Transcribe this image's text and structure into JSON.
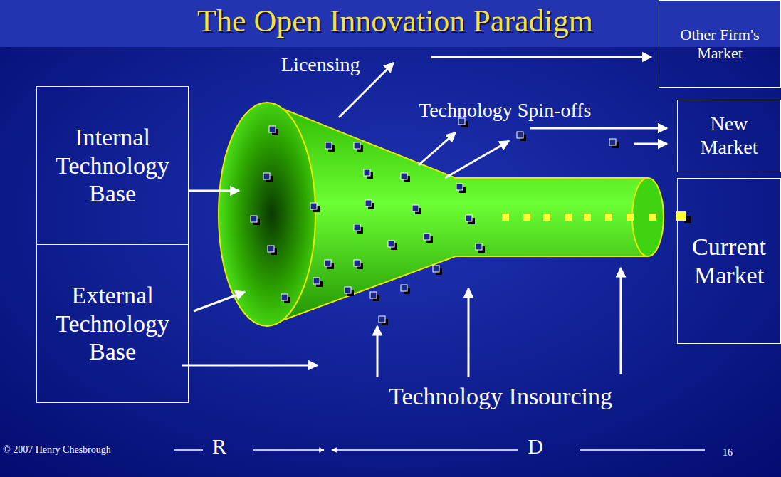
{
  "diagram": {
    "title": "The Open Innovation Paradigm",
    "nodes": [
      {
        "text": [
          "Internal Technology Base"
        ]
      },
      {
        "text": [
          "External Technology Base"
        ]
      },
      {
        "text": [
          "Other Firm's Market"
        ]
      },
      {
        "text": [
          "New Market"
        ]
      },
      {
        "text": [
          "Current Market"
        ]
      }
    ],
    "labels": [
      "Licensing",
      "Technology Spin-offs",
      "Technology Insourcing",
      "R",
      "D",
      "© 2007 Henry Chesbrough",
      "16"
    ]
  }
}
